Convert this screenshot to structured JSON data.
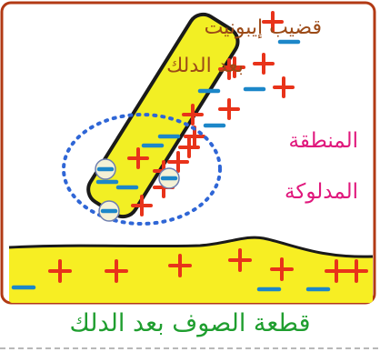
{
  "labels": {
    "rod_line1": "قضيب إيبونيت",
    "rod_line2": "بعد الدلك",
    "zone_line1": "المنطقة",
    "zone_line2": "المدلوكة",
    "wool_caption": "قطعة الصوف بعد الدلك"
  },
  "charges": {
    "rod_signs": [
      "+",
      "-",
      "+",
      "+",
      "-",
      "+",
      "-",
      "+",
      "+",
      "-",
      "+",
      "-",
      "+",
      "+",
      "-",
      "+",
      "+",
      "-",
      "+",
      "-",
      "+",
      "+"
    ],
    "wool_signs": [
      "-",
      "+",
      "+",
      "+",
      "+",
      "+",
      "-",
      "+",
      "-",
      "+"
    ],
    "transferred": [
      "-",
      "-",
      "-"
    ]
  },
  "colors": {
    "frame": "#b23a14",
    "rod_fill": "#f2ef24",
    "rod_stroke": "#1a1a1a",
    "wool_fill": "#f7ee23",
    "plus": "#e8331a",
    "minus": "#1c87c9",
    "dashed_circle": "#2f66d6",
    "rod_title": "#9b4a17",
    "zone_title": "#e0177c",
    "wool_caption": "#1f9e2f"
  }
}
